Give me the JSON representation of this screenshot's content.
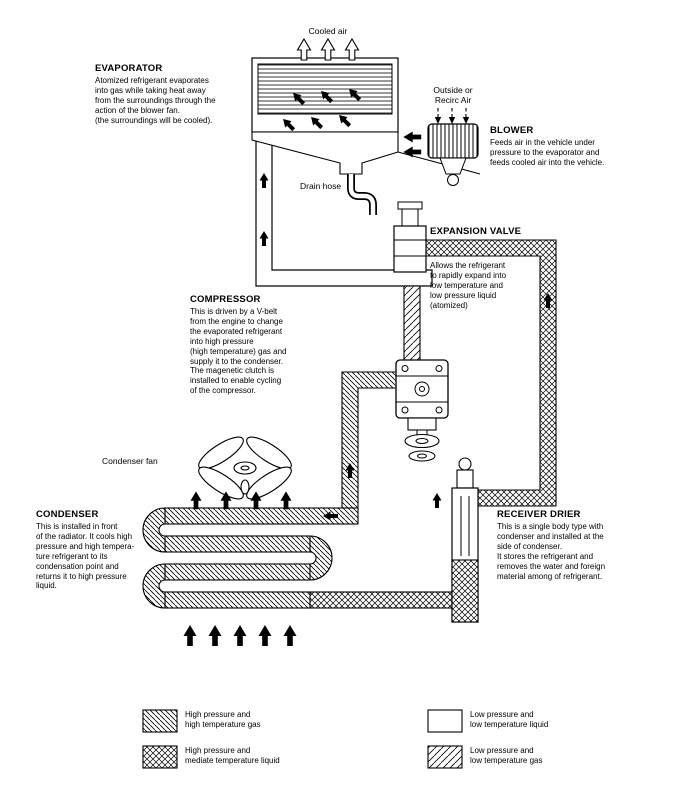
{
  "components": {
    "evaporator": {
      "title": "EVAPORATOR",
      "description": "Atomized refrigerant evaporates\ninto gas while taking heat away\nfrom the surroundings through the\naction of the blower fan.\n(the surroundings will be cooled)."
    },
    "blower": {
      "title": "BLOWER",
      "description": "Feeds air in the vehicle under\npressure to the evaporator and\nfeeds cooled air into the vehicle."
    },
    "expansion_valve": {
      "title": "EXPANSION VALVE",
      "description": "Allows the refrigerant\nto rapidly expand into\nlow temperature and\nlow pressure liquid\n(atomized)"
    },
    "compressor": {
      "title": "COMPRESSOR",
      "description": "This is driven by a V-belt\nfrom the engine to change\nthe evaporated refrigerant\ninto high pressure\n(high temperature) gas and\nsupply it to the condenser.\nThe magenetic clutch is\ninstalled to enable cycling\nof the compressor."
    },
    "condenser": {
      "title": "CONDENSER",
      "description": "This is installed in front\nof the radiator. It cools high\npressure and high tempera-\nture refrigerant to its\ncondensation point and\nreturns it to high pressure\nliquid."
    },
    "receiver_drier": {
      "title": "RECEIVER DRIER",
      "description": "This is a single body type with\ncondenser and installed at the\nside of condenser.\nIt stores the refrigerant and\nremoves the water and foreign\nmaterial among of refrigerant."
    }
  },
  "annotations": {
    "cooled_air": "Cooled air",
    "outside_or_recirc_air": "Outside or\nRecirc Air",
    "drain_hose": "Drain hose",
    "condenser_fan": "Condenser fan"
  },
  "legend": {
    "items": [
      {
        "label": "High pressure and\nhigh temperature gas",
        "pattern": "diagonal-hatch-dense"
      },
      {
        "label": "High pressure and\nmediate temperature liquid",
        "pattern": "crosshatch"
      },
      {
        "label": "Low pressure and\nlow temperature liquid",
        "pattern": "plain-white"
      },
      {
        "label": "Low pressure and\nlow temperature gas",
        "pattern": "diagonal-hatch-light"
      }
    ]
  },
  "colors": {
    "line": "#000000",
    "background": "#ffffff"
  }
}
